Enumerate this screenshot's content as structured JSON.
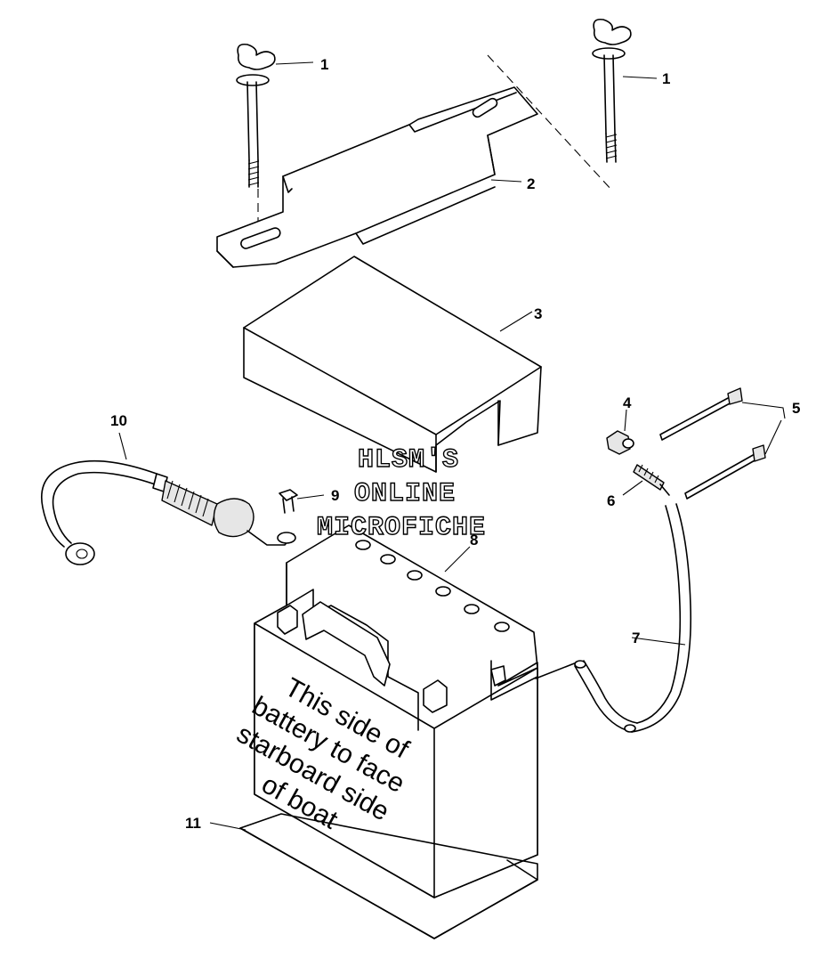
{
  "callouts": {
    "c1a": "1",
    "c1b": "1",
    "c2": "2",
    "c3": "3",
    "c4": "4",
    "c5": "5",
    "c6": "6",
    "c7": "7",
    "c8": "8",
    "c9": "9",
    "c10": "10",
    "c11": "11"
  },
  "watermark": {
    "line1": "HLSM'S",
    "line2": "ONLINE",
    "line3": "MICROFICHE"
  },
  "battery_label": {
    "line1": "This side of",
    "line2": "battery to face",
    "line3": "starboard side",
    "line4": "of boat"
  }
}
